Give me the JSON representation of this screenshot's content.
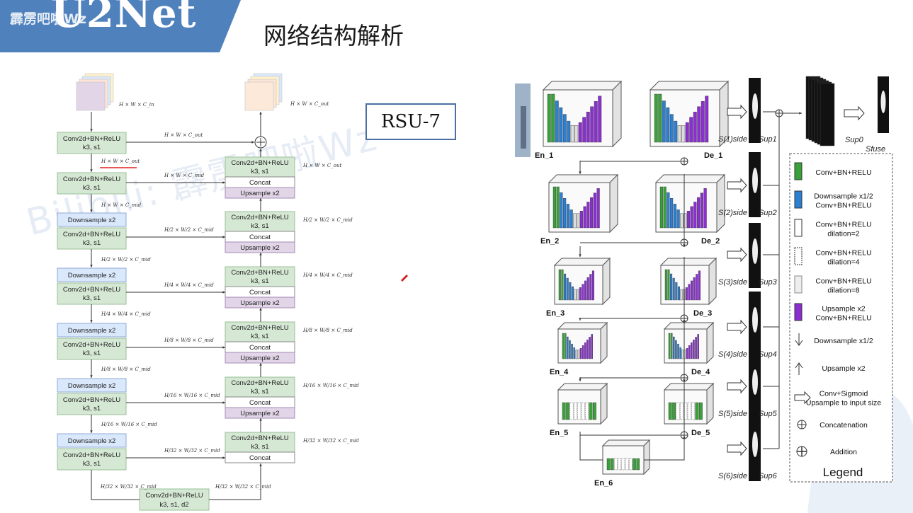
{
  "header": {
    "banner_title": "U2Net",
    "banner_watermark": "霹雳吧啦Wz",
    "slide_title": "网络结构解析",
    "accent_color": "#4f81bd"
  },
  "rsu": {
    "label": "RSU-7",
    "input_dim": "H × W × C_in",
    "output_dim": "H × W × C_out",
    "encoder": [
      {
        "down": "",
        "conv": "Conv2d+BN+ReLU",
        "params": "k3, s1",
        "dim": "H × W × C_out"
      },
      {
        "down": "",
        "conv": "Conv2d+BN+ReLU",
        "params": "k3, s1",
        "dim": "H × W × C_mid"
      },
      {
        "down": "Downsample x2",
        "conv": "Conv2d+BN+ReLU",
        "params": "k3, s1",
        "dim": "H/2 × W/2 × C_mid"
      },
      {
        "down": "Downsample x2",
        "conv": "Conv2d+BN+ReLU",
        "params": "k3, s1",
        "dim": "H/4 × W/4 × C_mid"
      },
      {
        "down": "Downsample x2",
        "conv": "Conv2d+BN+ReLU",
        "params": "k3, s1",
        "dim": "H/8 × W/8 × C_mid"
      },
      {
        "down": "Downsample x2",
        "conv": "Conv2d+BN+ReLU",
        "params": "k3, s1",
        "dim": "H/16 × W/16 × C_mid"
      },
      {
        "down": "Downsample x2",
        "conv": "Conv2d+BN+ReLU",
        "params": "k3, s1",
        "dim": "H/32 × W/32 × C_mid"
      }
    ],
    "decoder": [
      {
        "conv": "Conv2d+BN+ReLU",
        "params": "k3, s1",
        "concat": "Concat",
        "up": "Upsample x2",
        "dim": "H × W × C_out"
      },
      {
        "conv": "Conv2d+BN+ReLU",
        "params": "k3, s1",
        "concat": "Concat",
        "up": "Upsample x2",
        "dim": "H/2 × W/2 × C_mid"
      },
      {
        "conv": "Conv2d+BN+ReLU",
        "params": "k3, s1",
        "concat": "Concat",
        "up": "Upsample x2",
        "dim": "H/4 × W/4 × C_mid"
      },
      {
        "conv": "Conv2d+BN+ReLU",
        "params": "k3, s1",
        "concat": "Concat",
        "up": "Upsample x2",
        "dim": "H/8 × W/8 × C_mid"
      },
      {
        "conv": "Conv2d+BN+ReLU",
        "params": "k3, s1",
        "concat": "Concat",
        "up": "Upsample x2",
        "dim": "H/16 × W/16 × C_mid"
      },
      {
        "conv": "Conv2d+BN+ReLU",
        "params": "k3, s1",
        "concat": "Concat",
        "up": "",
        "dim": "H/32 × W/32 × C_mid"
      }
    ],
    "skip_dims": [
      "H × W × C_out",
      "H × W × C_mid",
      "H/2 × W/2 × C_mid",
      "H/4 × W/4 × C_mid",
      "H/8 × W/8 × C_mid",
      "H/16 × W/16 × C_mid",
      "H/32 × W/32 × C_mid"
    ],
    "bottom": {
      "conv": "Conv2d+BN+ReLU",
      "params": "k3, s1, d2",
      "dim_in": "H/32 × W/32 × C_mid",
      "dim_out": "H/32 × W/32 × C_mid"
    }
  },
  "u2net": {
    "encoders": [
      "En_1",
      "En_2",
      "En_3",
      "En_4",
      "En_5",
      "En_6"
    ],
    "decoders": [
      "De_1",
      "De_2",
      "De_3",
      "De_4",
      "De_5"
    ],
    "side_labels": [
      "S(1)side",
      "S(2)side",
      "S(3)side",
      "S(4)side",
      "S(5)side",
      "S(6)side"
    ],
    "sup_labels": [
      "Sup1",
      "Sup2",
      "Sup3",
      "Sup4",
      "Sup5",
      "Sup6"
    ],
    "fuse_label": "Sup0",
    "fuse_sub": "Sfuse",
    "colors": {
      "green": "#3aa13a",
      "blue": "#2c7fd1",
      "purple": "#8b2fd1"
    }
  },
  "legend": {
    "title": "Legend",
    "items": [
      {
        "icon": "green-block-icon",
        "label": "Conv+BN+RELU"
      },
      {
        "icon": "blue-block-icon",
        "label": "Downsample x1/2\nConv+BN+RELU"
      },
      {
        "icon": "white-block-icon",
        "label": "Conv+BN+RELU\ndilation=2"
      },
      {
        "icon": "dashed-block-icon",
        "label": "Conv+BN+RELU\ndilation=4"
      },
      {
        "icon": "gray-block-icon",
        "label": "Conv+BN+RELU\ndilation=8"
      },
      {
        "icon": "purple-block-icon",
        "label": "Upsample x2\nConv+BN+RELU"
      },
      {
        "icon": "down-arrow-icon",
        "label": "Downsample x1/2"
      },
      {
        "icon": "up-arrow-icon",
        "label": "Upsample x2"
      },
      {
        "icon": "right-arrow-icon",
        "label": "Conv+Sigmoid\nUpsample to input size"
      },
      {
        "icon": "concat-icon",
        "label": "Concatenation"
      },
      {
        "icon": "addition-icon",
        "label": "Addition"
      }
    ]
  }
}
